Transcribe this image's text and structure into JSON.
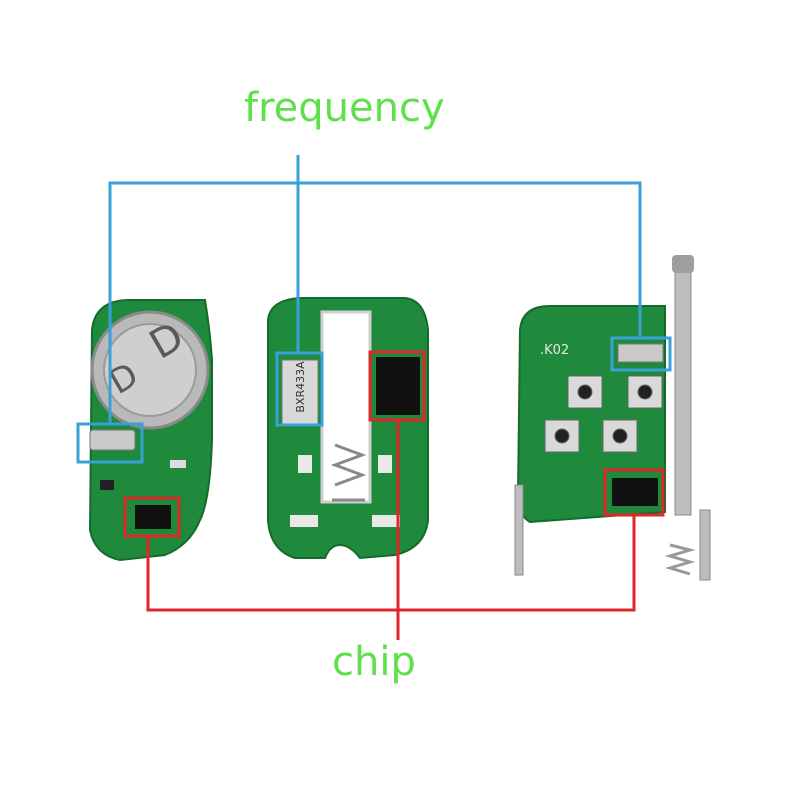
{
  "labels": {
    "frequency": "frequency",
    "chip": "chip"
  },
  "board_markings": {
    "right_board_code": ".K02",
    "crystal_marking": "BXR433A"
  },
  "colors": {
    "label_green": "#5ee04a",
    "frequency_line": "#3aa0d8",
    "chip_line": "#e0262a",
    "pcb_green": "#1f8a3b"
  }
}
